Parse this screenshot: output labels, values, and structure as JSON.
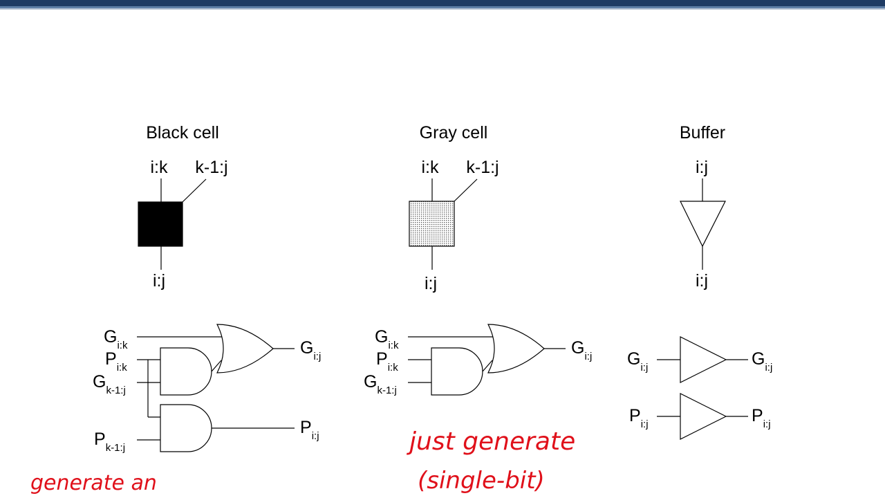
{
  "colors": {
    "topbar": "#1f3b63",
    "topbar_highlight": "#5f7fa6",
    "annotation": "#e0101a",
    "black_cell_fill": "#000000",
    "gray_cell_fill": "#d9d9d9"
  },
  "cells": {
    "black": {
      "title": "Black cell",
      "input_left": "i:k",
      "input_right": "k-1:j",
      "output": "i:j"
    },
    "gray": {
      "title": "Gray cell",
      "input_left": "i:k",
      "input_right": "k-1:j",
      "output": "i:j"
    },
    "buffer": {
      "title": "Buffer",
      "input": "i:j",
      "output": "i:j"
    }
  },
  "circuits": {
    "black": {
      "g_ik": {
        "main": "G",
        "sub": "i:k"
      },
      "p_ik": {
        "main": "P",
        "sub": "i:k"
      },
      "g_k1j": {
        "main": "G",
        "sub": "k-1:j"
      },
      "p_k1j": {
        "main": "P",
        "sub": "k-1:j"
      },
      "g_out": {
        "main": "G",
        "sub": "i:j"
      },
      "p_out": {
        "main": "P",
        "sub": "i:j"
      }
    },
    "gray": {
      "g_ik": {
        "main": "G",
        "sub": "i:k"
      },
      "p_ik": {
        "main": "P",
        "sub": "i:k"
      },
      "g_k1j": {
        "main": "G",
        "sub": "k-1:j"
      },
      "g_out": {
        "main": "G",
        "sub": "i:j"
      }
    },
    "buffer": {
      "g_in": {
        "main": "G",
        "sub": "i:j"
      },
      "g_out": {
        "main": "G",
        "sub": "i:j"
      },
      "p_in": {
        "main": "P",
        "sub": "i:j"
      },
      "p_out": {
        "main": "P",
        "sub": "i:j"
      }
    }
  },
  "annotations": {
    "left": "generate an",
    "center_line1": "just generate",
    "center_line2": "(single-bit)"
  }
}
